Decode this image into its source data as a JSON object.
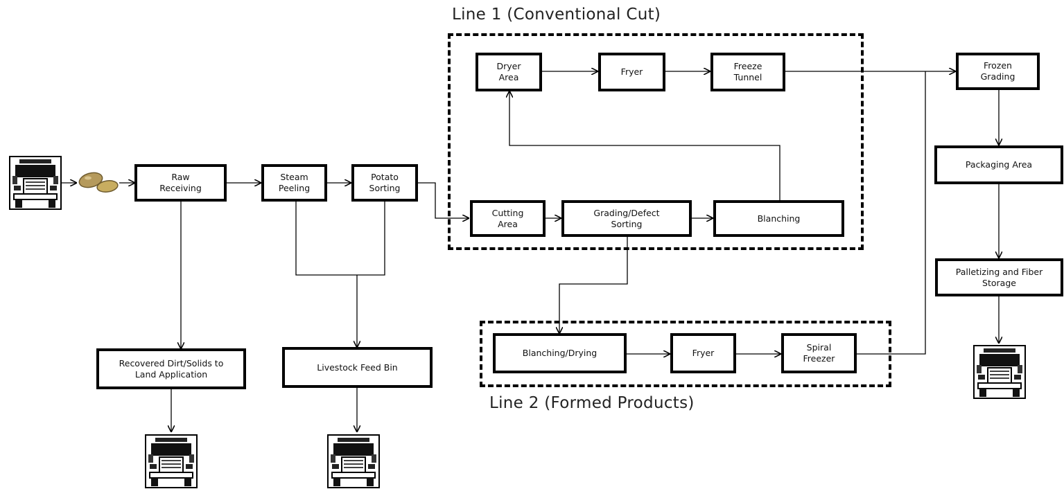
{
  "groups": {
    "line1": "Line 1 (Conventional Cut)",
    "line2": "Line 2 (Formed Products)"
  },
  "nodes": {
    "raw_receiving": "Raw\nReceiving",
    "steam_peeling": "Steam\nPeeling",
    "potato_sorting": "Potato\nSorting",
    "recovered_dirt": "Recovered Dirt/Solids to\nLand Application",
    "livestock_feed": "Livestock Feed Bin",
    "dryer_area": "Dryer\nArea",
    "fryer_1": "Fryer",
    "freeze_tunnel": "Freeze\nTunnel",
    "cutting_area": "Cutting\nArea",
    "grading_defect": "Grading/Defect\nSorting",
    "blanching": "Blanching",
    "blanching_drying": "Blanching/Drying",
    "fryer_2": "Fryer",
    "spiral_freezer": "Spiral\nFreezer",
    "frozen_grading": "Frozen\nGrading",
    "packaging_area": "Packaging  Area",
    "palletizing": "Palletizing and Fiber\nStorage"
  },
  "icons": [
    "truck-icon",
    "potato-icon"
  ]
}
